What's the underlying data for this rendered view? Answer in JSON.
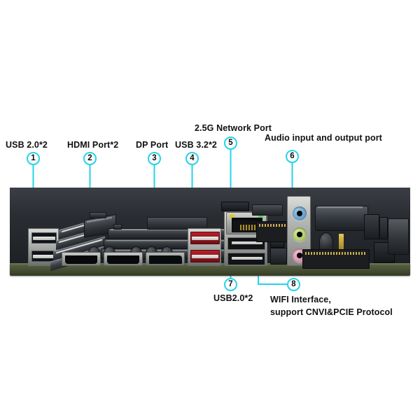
{
  "figure": {
    "title": "Motherboard rear I/O panel with numbered callouts",
    "background_color": "#ffffff",
    "callout_color": "#25d3e8",
    "text_color": "#111111"
  },
  "callouts": [
    {
      "number": "1",
      "label": "USB 2.0*2",
      "label_position": "above-left"
    },
    {
      "number": "2",
      "label": "HDMI Port*2",
      "label_position": "above"
    },
    {
      "number": "3",
      "label": "DP Port",
      "label_position": "above"
    },
    {
      "number": "4",
      "label": "USB 3.2*2",
      "label_position": "above"
    },
    {
      "number": "5",
      "label": "2.5G Network Port",
      "label_position": "above"
    },
    {
      "number": "6",
      "label": "Audio input and output port",
      "label_position": "above"
    },
    {
      "number": "7",
      "label": "USB2.0*2",
      "label_position": "below"
    },
    {
      "number": "8",
      "label": "WIFI Interface,\nsupport CNVI&PCIE Protocol",
      "label_position": "below"
    }
  ],
  "labels": {
    "usb20_left": "USB 2.0*2",
    "hdmi": "HDMI Port*2",
    "dp": "DP Port",
    "usb32": "USB 3.2*2",
    "lan": "2.5G Network Port",
    "audio": "Audio input and output port",
    "usb20_bottom": "USB2.0*2",
    "wifi_line1": "WIFI Interface,",
    "wifi_line2": "support CNVI&PCIE Protocol"
  },
  "numbers": {
    "n1": "1",
    "n2": "2",
    "n3": "3",
    "n4": "4",
    "n5": "5",
    "n6": "6",
    "n7": "7",
    "n8": "8"
  },
  "board": {
    "pcb_color": "#4a5236",
    "ports": [
      {
        "name": "usb-2-0-stack-left",
        "type": "USB 2.0",
        "count": 2,
        "color": "#111316"
      },
      {
        "name": "hdmi-port-1",
        "type": "HDMI",
        "color": "#08090a"
      },
      {
        "name": "hdmi-port-2",
        "type": "HDMI",
        "color": "#08090a"
      },
      {
        "name": "displayport",
        "type": "DisplayPort",
        "color": "#0a0b0c"
      },
      {
        "name": "usb-3-2-stack",
        "type": "USB 3.2",
        "count": 2,
        "color": "#8e161d"
      },
      {
        "name": "rj45-lan",
        "type": "2.5G Ethernet",
        "color": "#121416"
      },
      {
        "name": "usb-2-0-stack-lan",
        "type": "USB 2.0",
        "count": 2,
        "color": "#111316"
      },
      {
        "name": "audio-jack-line-in",
        "type": "Audio",
        "color": "#6fa8d6"
      },
      {
        "name": "audio-jack-line-out",
        "type": "Audio",
        "color": "#b8d46b"
      },
      {
        "name": "audio-jack-mic-in",
        "type": "Audio",
        "color": "#e39ab4"
      },
      {
        "name": "wifi-cnvi-connector",
        "type": "CNVI / PCIE",
        "color": "#2e3237"
      }
    ],
    "audio_jack_colors": {
      "line_in": "#6fa8d6",
      "line_out": "#b8d46b",
      "mic_in": "#e39ab4"
    }
  }
}
